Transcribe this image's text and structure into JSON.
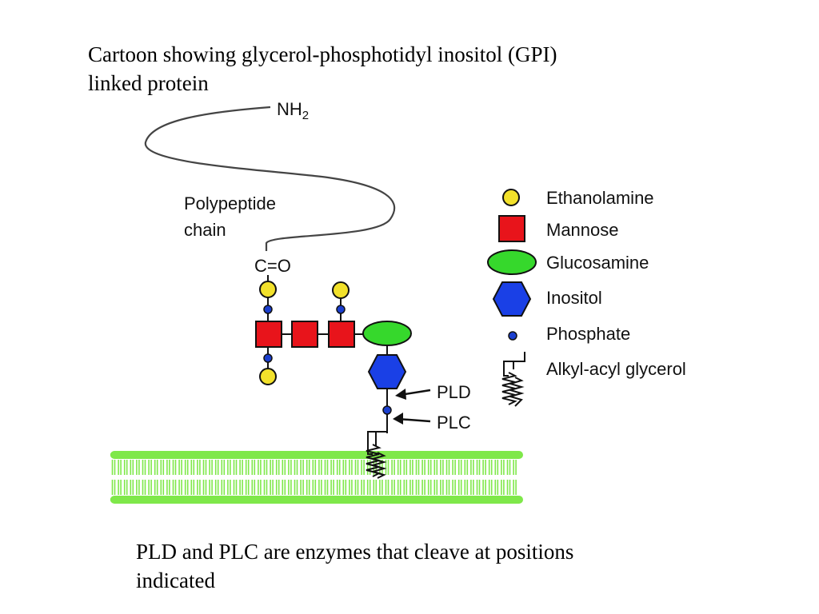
{
  "title": {
    "line1": "Cartoon showing glycerol-phosphotidyl inositol (GPI)",
    "line2": "linked protein"
  },
  "diagram": {
    "n_terminus": {
      "main": "NH",
      "sub": "2"
    },
    "polypeptide_label": {
      "line1": "Polypeptide",
      "line2": "chain"
    },
    "carbonyl": "C=O",
    "cleavage_sites": {
      "pld": "PLD",
      "plc": "PLC"
    },
    "legend": [
      {
        "label": "Ethanolamine",
        "shape": "circle",
        "color": "#f2e12b"
      },
      {
        "label": "Mannose",
        "shape": "square",
        "color": "#e8141b"
      },
      {
        "label": "Glucosamine",
        "shape": "ellipse",
        "color": "#36d82c"
      },
      {
        "label": "Inositol",
        "shape": "hexagon",
        "color": "#1a40e6"
      },
      {
        "label": "Phosphate",
        "shape": "dot",
        "color": "#1b3fcf"
      },
      {
        "label": "Alkyl-acyl glycerol",
        "shape": "zigzag",
        "color": "#000000"
      }
    ],
    "membrane_color": "#7fe84a"
  },
  "caption": {
    "line1": "PLD and PLC are enzymes that cleave at positions",
    "line2": "indicated"
  }
}
